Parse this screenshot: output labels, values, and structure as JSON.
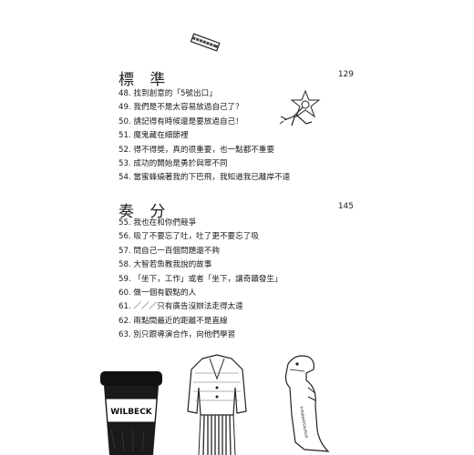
{
  "sections": [
    {
      "title": "標 準",
      "page": "129",
      "items": [
        {
          "num": "48.",
          "text": "找到創意的「5號出口」"
        },
        {
          "num": "49.",
          "text": "我們是不是太容易放過自己了？"
        },
        {
          "num": "50.",
          "text": "請記得有時候還是要放過自己！"
        },
        {
          "num": "51.",
          "text": "魔鬼藏在細節裡"
        },
        {
          "num": "52.",
          "text": "得不得獎，真的很重要，也一點都不重要"
        },
        {
          "num": "53.",
          "text": "成功的開始是勇於與眾不同"
        },
        {
          "num": "54.",
          "text": "當蜜蜂繞著我的下巴飛，我知道我已離岸不遠"
        }
      ]
    },
    {
      "title": "奏 分",
      "page": "145",
      "items": [
        {
          "num": "55.",
          "text": "我也在和你們競爭"
        },
        {
          "num": "56.",
          "text": "吸了不要忘了吐，吐了更不要忘了吸"
        },
        {
          "num": "57.",
          "text": "問自己一百個問題還不夠"
        },
        {
          "num": "58.",
          "text": "大智若魚教我說的故事"
        },
        {
          "num": "59.",
          "text": "「坐下，工作」或者「坐下，讓奇蹟發生」"
        },
        {
          "num": "60.",
          "text": "做一個有觀點的人"
        },
        {
          "num": "61.",
          "text": "／／／只有廣告沒辦法走得太遠"
        },
        {
          "num": "62.",
          "text": "兩點間最近的距離不是直線"
        },
        {
          "num": "63.",
          "text": "別只跟導演合作，向他們學習"
        }
      ]
    }
  ],
  "illustrations": {
    "cup_label": "WILBECK",
    "dino_label": "TYRANNOSAURUS"
  }
}
